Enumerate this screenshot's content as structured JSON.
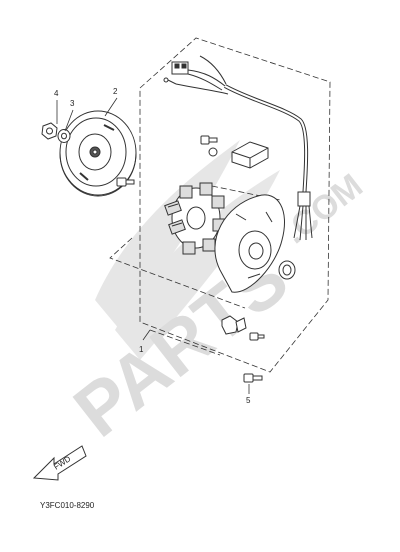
{
  "diagram": {
    "callouts": [
      {
        "id": "c1",
        "text": "1"
      },
      {
        "id": "c2",
        "text": "2"
      },
      {
        "id": "c3",
        "text": "3"
      },
      {
        "id": "c4",
        "text": "4"
      },
      {
        "id": "c5",
        "text": "5"
      }
    ],
    "fwd_label": "FWD",
    "part_code": "Y3FC010-8290"
  },
  "watermark": {
    "brand": "PARTS",
    "suffix": ".COM"
  },
  "colors": {
    "line": "#333333",
    "watermark": "#dcdcdc",
    "background": "#ffffff"
  }
}
